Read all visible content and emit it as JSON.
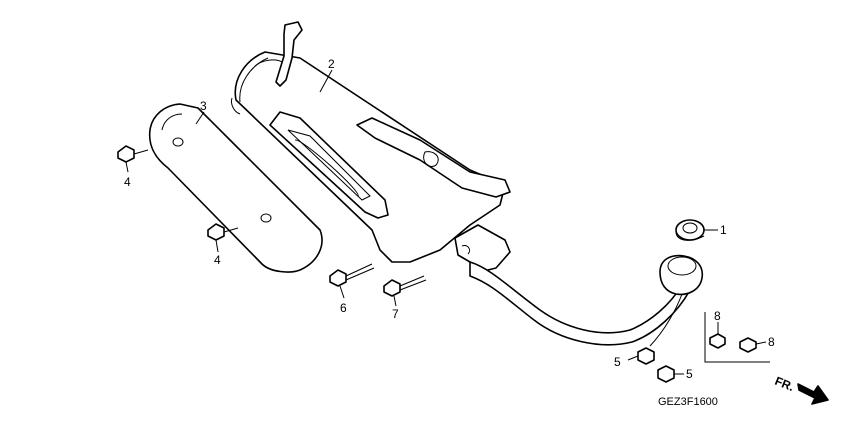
{
  "callouts": [
    {
      "id": "c1",
      "label": "1"
    },
    {
      "id": "c2",
      "label": "2"
    },
    {
      "id": "c3",
      "label": "3"
    },
    {
      "id": "c4a",
      "label": "4"
    },
    {
      "id": "c4b",
      "label": "4"
    },
    {
      "id": "c5a",
      "label": "5"
    },
    {
      "id": "c5b",
      "label": "5"
    },
    {
      "id": "c6",
      "label": "6"
    },
    {
      "id": "c7",
      "label": "7"
    },
    {
      "id": "c8a",
      "label": "8"
    },
    {
      "id": "c8b",
      "label": "8"
    }
  ],
  "direction_label": "FR.",
  "diagram_code": "GEZ3F1600"
}
